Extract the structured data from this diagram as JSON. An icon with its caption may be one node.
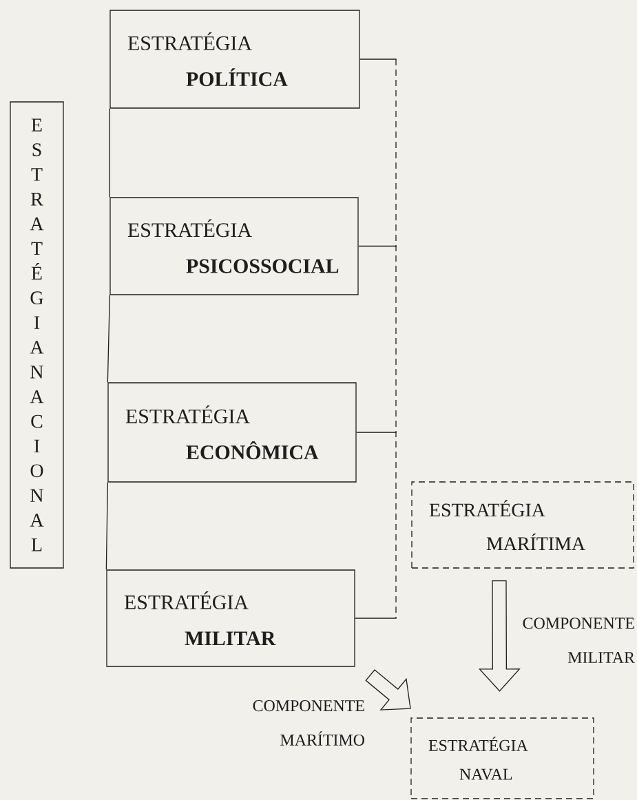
{
  "diagram": {
    "nodes": [
      {
        "text": [
          "ESTRATÉGIA NACIONAL"
        ]
      },
      {
        "text": [
          "ESTRATÉGIA",
          "POLÍTICA"
        ]
      },
      {
        "text": [
          "ESTRATÉGIA",
          "PSICOSSOCIAL"
        ]
      },
      {
        "text": [
          "ESTRATÉGIA",
          "ECONÔMICA"
        ]
      },
      {
        "text": [
          "ESTRATÉGIA",
          "MILITAR"
        ]
      },
      {
        "text": [
          "ESTRATÉGIA",
          "MARÍTIMA"
        ]
      },
      {
        "text": [
          "ESTRATÉGIA",
          "NAVAL"
        ]
      }
    ],
    "edges": [
      {
        "from": 1,
        "to": 2,
        "arrow": "none"
      },
      {
        "from": 2,
        "to": 3,
        "arrow": "none"
      },
      {
        "from": 3,
        "to": 4,
        "arrow": "none"
      },
      {
        "from": 5,
        "to": 6,
        "arrow": "to",
        "label": "COMPONENTE MILITAR"
      },
      {
        "from": 4,
        "to": 6,
        "arrow": "to",
        "label": "COMPONENTE MARÍTIMO"
      }
    ]
  }
}
